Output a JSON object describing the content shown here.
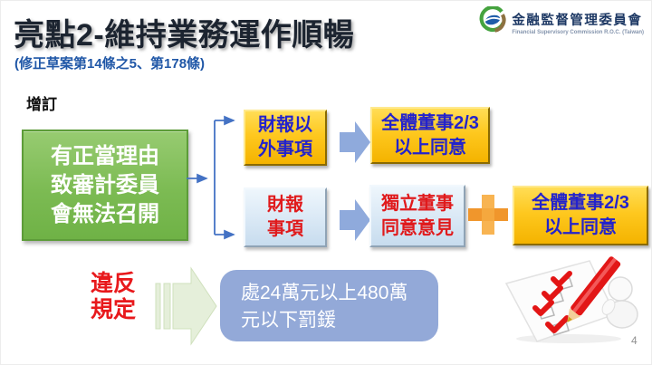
{
  "slide": {
    "title": "亮點2-維持業務運作順暢",
    "subtitle": "(修正草案第14條之5、第178條)",
    "section_label": "增訂",
    "page_number": "4"
  },
  "logo": {
    "org_name_zh": "金融監督管理委員會",
    "org_name_en": "Financial Supervisory Commission R.O.C. (Taiwan)"
  },
  "flowchart": {
    "cause_box": "有正當理由\n致審計委員\n會無法召開",
    "row1": {
      "condition": "財報以\n外事項",
      "approval": "全體董事2/3\n以上同意"
    },
    "row2": {
      "condition": "財報\n事項",
      "approval_1": "獨立董事\n同意意見",
      "plus_sign": "+",
      "approval_2": "全體董事2/3\n以上同意"
    }
  },
  "penalty": {
    "violation_label": "違反\n規定",
    "fine_text": "處24萬元以上480萬\n元以下罰鍰"
  },
  "colors": {
    "title": "#1c2430",
    "subtitle_blue": "#2057a7",
    "cause_green": "#7cbb53",
    "condition_yellow": "#fec81f",
    "yellow_text_blue": "#2323cc",
    "lightblue_box": "#d9e8f5",
    "red_text": "#e01a1c",
    "connector_blue": "#4472c4",
    "block_arrow_blue": "#8faadc",
    "plus_orange": "#f6a237",
    "penalty_box_blue": "#93a9d8",
    "striped_arrow_green": "#e5efda"
  }
}
